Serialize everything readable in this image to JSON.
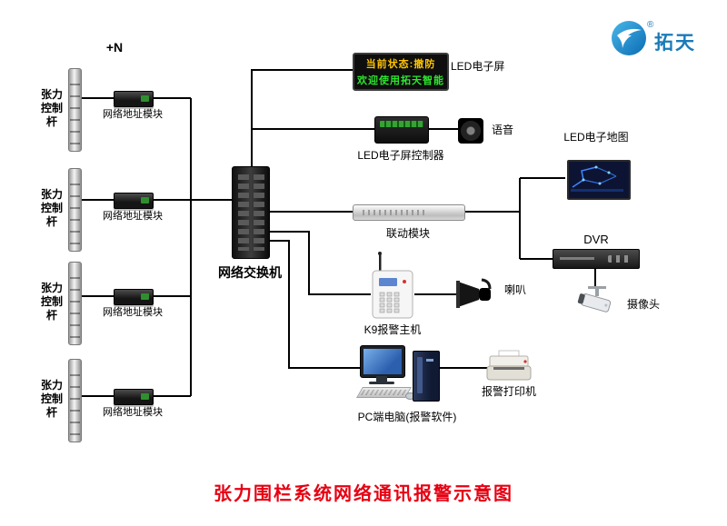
{
  "header": {
    "plus_n": "+N",
    "logo": {
      "brand": "拓天",
      "registered": "®"
    }
  },
  "title": {
    "text": "张力围栏系统网络通讯报警示意图",
    "color": "#e60012"
  },
  "led_screen": {
    "line1": "当前状态:撤防",
    "line2": "欢迎使用拓天智能",
    "label": "LED电子屏",
    "line1_color": "#ffc400",
    "line2_color": "#2ce62c"
  },
  "pole": {
    "label": "张力控制杆",
    "count": 4
  },
  "module": {
    "label": "网络地址模块",
    "count": 4
  },
  "switch": {
    "label": "网络交换机"
  },
  "led_controller": {
    "label": "LED电子屏控制器"
  },
  "voice": {
    "label": "语音"
  },
  "linkage": {
    "label": "联动模块"
  },
  "led_map": {
    "label": "LED电子地图"
  },
  "dvr": {
    "label": "DVR"
  },
  "camera": {
    "label": "摄像头"
  },
  "k9": {
    "label": "K9报警主机"
  },
  "horn": {
    "label": "喇叭"
  },
  "pc": {
    "label": "PC端电脑(报警软件)"
  },
  "printer": {
    "label": "报警打印机"
  },
  "colors": {
    "logo_blue": "#1a7ab8",
    "connector_line": "#000000"
  }
}
